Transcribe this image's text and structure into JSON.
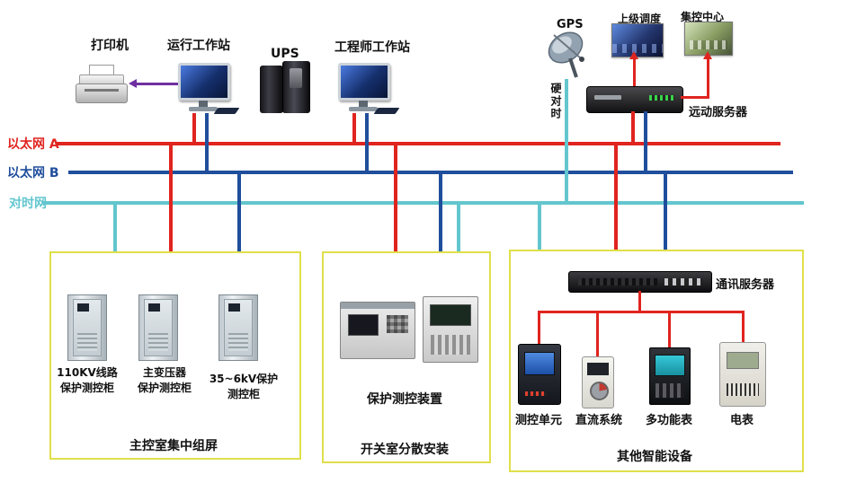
{
  "colors": {
    "ethernet_a": "#e0241f",
    "ethernet_b": "#1f4e9c",
    "time_net": "#63c6ce",
    "printer_link": "#7030a0",
    "box_border": "#dfdf4a"
  },
  "buses": {
    "ethernet_a_label": "以太网 A",
    "ethernet_b_label": "以太网 B",
    "time_net_label": "对时网"
  },
  "top": {
    "printer": "打印机",
    "operator_ws": "运行工作站",
    "ups": "UPS",
    "engineer_ws": "工程师工作站",
    "gps": "GPS",
    "dispatch": "上级调度",
    "control_center": "集控中心",
    "telemetry_server": "远动服务器",
    "hard_time_sync": "硬对时"
  },
  "left_box": {
    "caption": "主控室集中组屏",
    "cabinets": [
      {
        "line1": "110KV线路",
        "line2": "保护测控柜"
      },
      {
        "line1": "主变压器",
        "line2": "保护测控柜"
      },
      {
        "line1": "35~6kV保护",
        "line2": "测控柜"
      }
    ]
  },
  "middle_box": {
    "caption": "开关室分散安装",
    "device_label": "保护测控装置"
  },
  "right_box": {
    "caption": "其他智能设备",
    "comm_server": "通讯服务器",
    "devices": [
      {
        "label": "测控单元"
      },
      {
        "label": "直流系统"
      },
      {
        "label": "多功能表"
      },
      {
        "label": "电表"
      }
    ]
  }
}
